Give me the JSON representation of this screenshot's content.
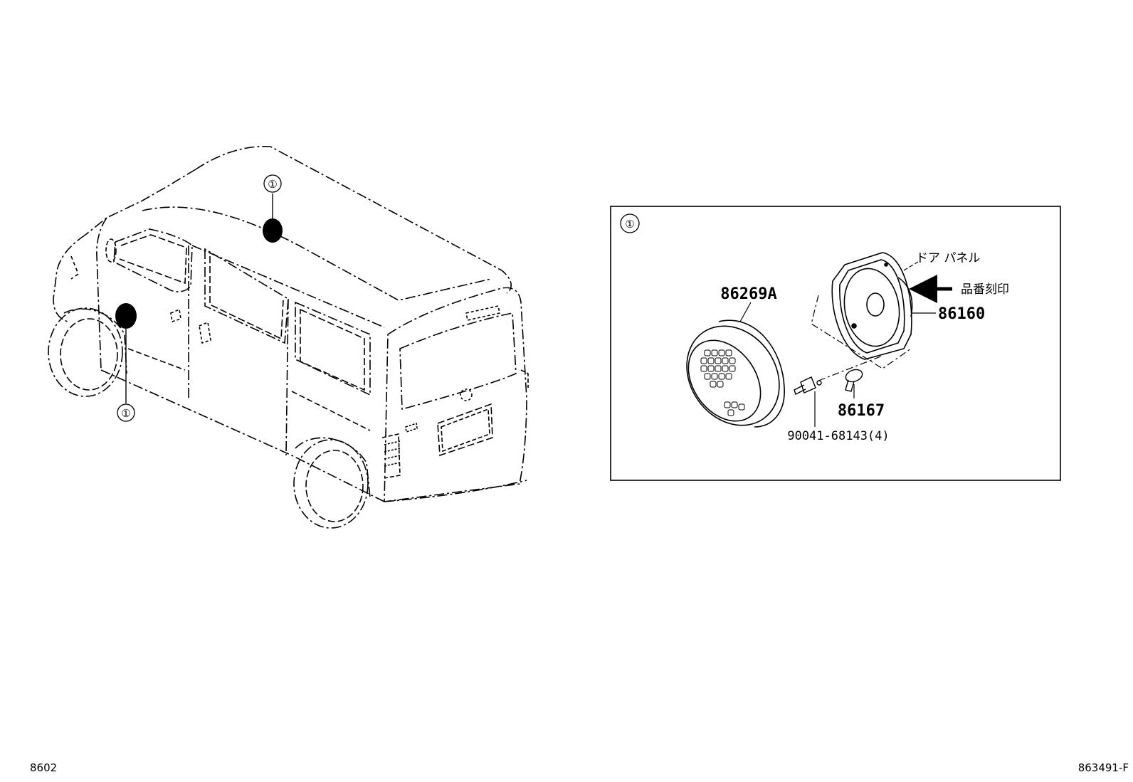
{
  "diagram": {
    "ref_marker": "①",
    "labels": {
      "door_panel": "ドア パネル",
      "part_number_stamp": "品番刻印",
      "speaker_part": "86160",
      "grille_part": "86269A",
      "clip_part": "86167",
      "screw_part": "90041-68143(4)"
    },
    "footer": {
      "left_code": "8602",
      "right_code": "863491-F"
    }
  }
}
